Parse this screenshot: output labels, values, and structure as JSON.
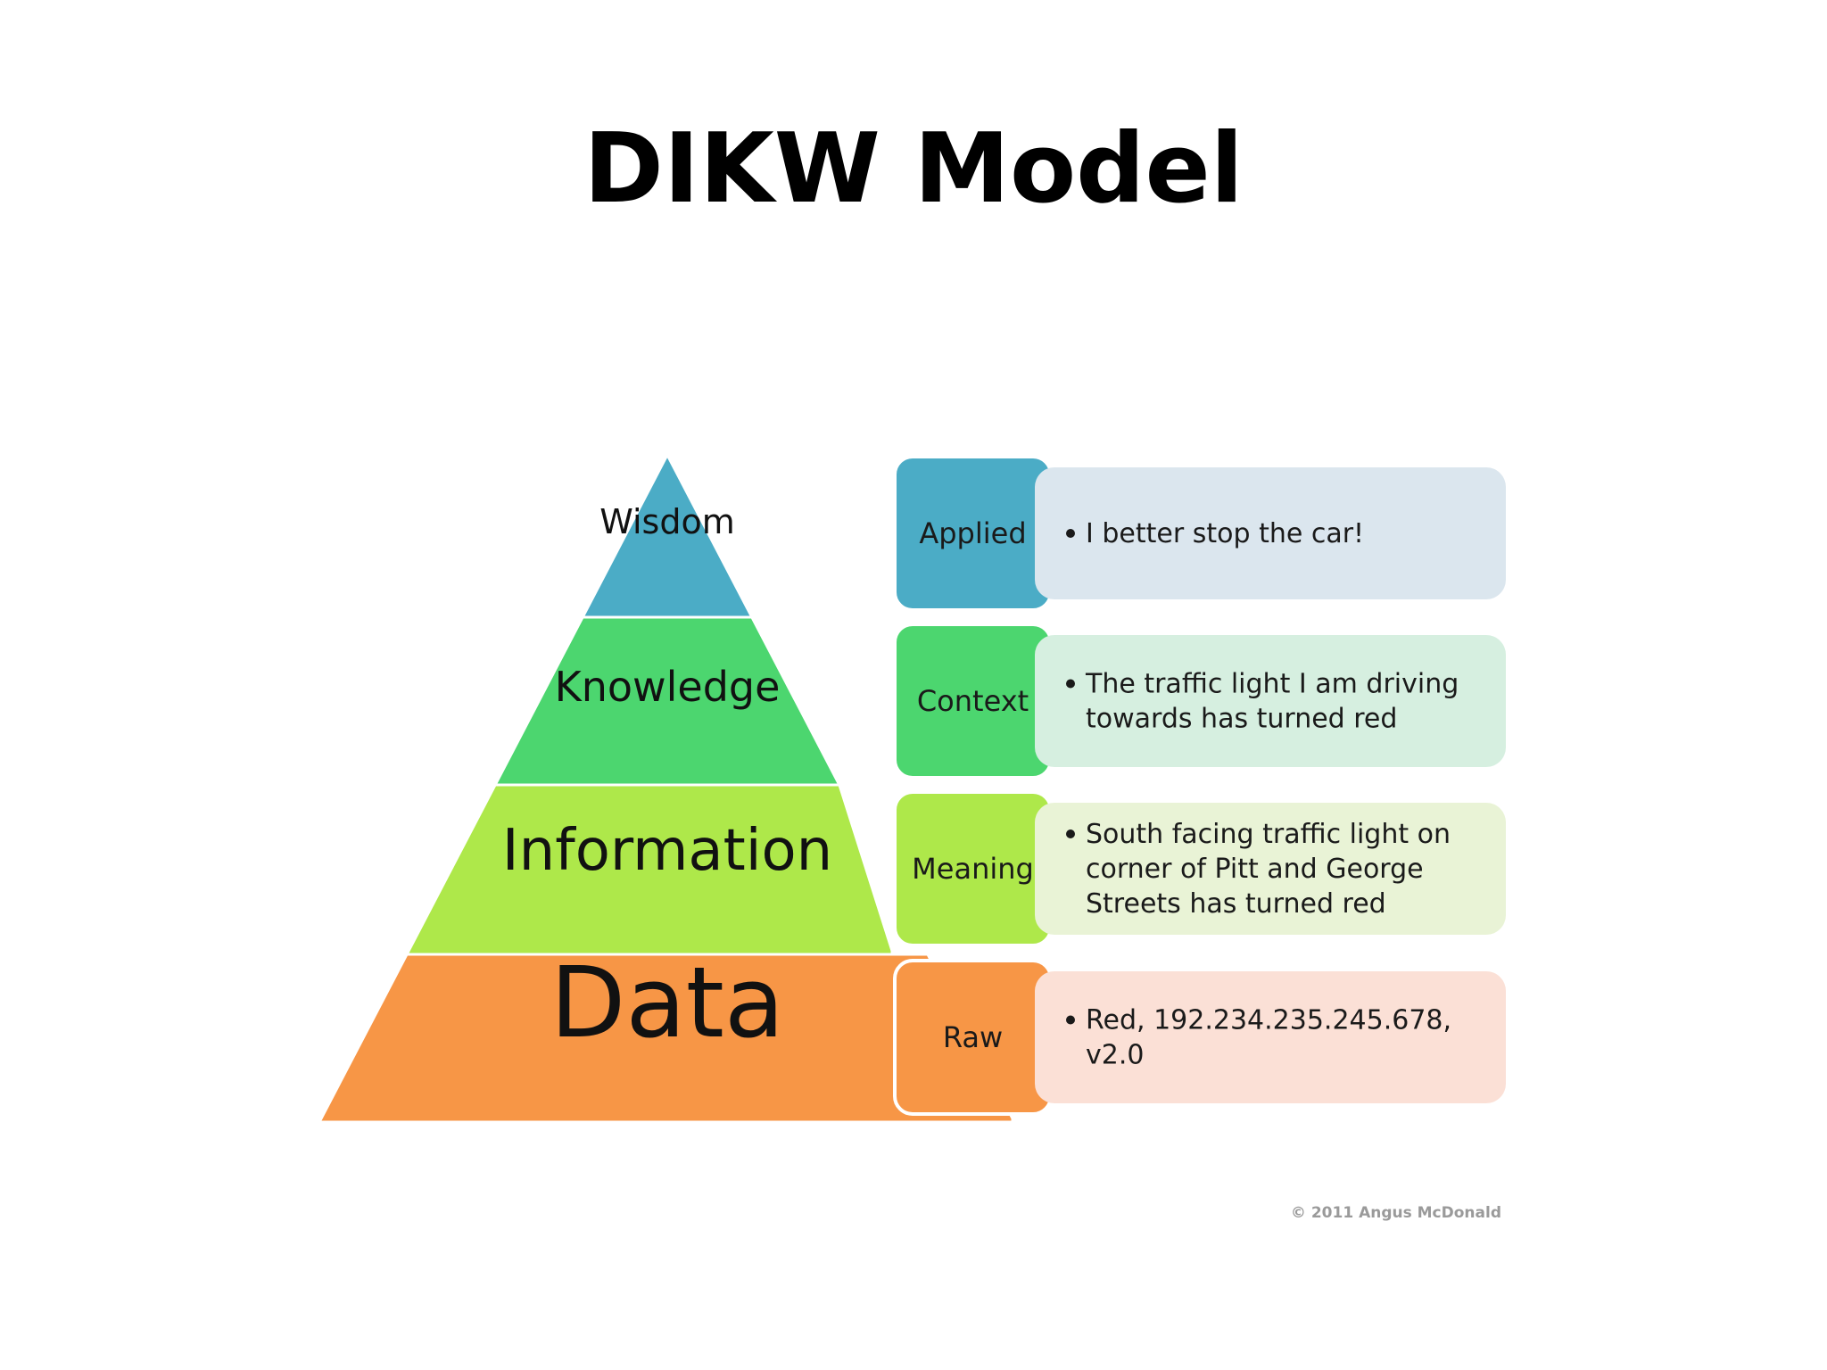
{
  "title": "DIKW Model",
  "levels": [
    {
      "name": "Wisdom",
      "tag": "Applied",
      "example_lines": [
        "I better stop the car!"
      ],
      "colors": {
        "pyramid": "#4bacc6",
        "tag": "#4bacc6",
        "box": "#dbe6ee"
      }
    },
    {
      "name": "Knowledge",
      "tag": "Context",
      "example_lines": [
        "The traffic light I am driving",
        "towards has turned red"
      ],
      "colors": {
        "pyramid": "#4cd66f",
        "tag": "#4cd66f",
        "box": "#d6efe0"
      }
    },
    {
      "name": "Information",
      "tag": "Meaning",
      "example_lines": [
        "South facing traffic light on",
        "corner of Pitt and George",
        "Streets has turned red"
      ],
      "colors": {
        "pyramid": "#aee84a",
        "tag": "#aee84a",
        "box": "#e9f3d6"
      }
    },
    {
      "name": "Data",
      "tag": "Raw",
      "example_lines": [
        "Red, 192.234.235.245.678,",
        "v2.0"
      ],
      "colors": {
        "pyramid": "#f79646",
        "tag": "#f79646",
        "box": "#fbe0d6"
      }
    }
  ],
  "copyright": "© 2011 Angus McDonald"
}
